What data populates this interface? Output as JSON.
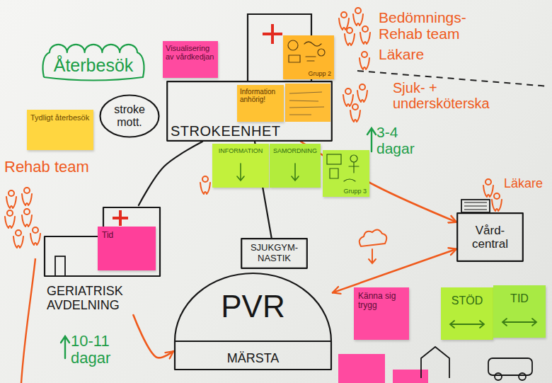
{
  "diagram": {
    "nodes": [
      {
        "text": [
          "Återbesök"
        ]
      },
      {
        "text": [
          "Visualisering av vårdkedjan"
        ]
      },
      {
        "text": [
          "Grupp 2"
        ]
      },
      {
        "text": [
          "STROKEENHET"
        ]
      },
      {
        "text": [
          "Information anhörig!"
        ],
        "in": 3
      },
      {
        "text": [
          "stroke mott."
        ]
      },
      {
        "text": [
          "Tydligt återbesök"
        ]
      },
      {
        "text": [
          "INFORMATION"
        ]
      },
      {
        "text": [
          "SAMORDNING"
        ]
      },
      {
        "text": [
          "Grupp 3"
        ]
      },
      {
        "text": [
          "GERIATRISK AVDELNING"
        ]
      },
      {
        "text": [
          "Tid"
        ],
        "in": 10
      },
      {
        "text": [
          "SJUKGYM- NASTIK"
        ]
      },
      {
        "text": [
          "PVR",
          "MÄRSTA"
        ]
      },
      {
        "text": [
          "Vård- central"
        ]
      },
      {
        "text": [
          "Känna sig trygg"
        ]
      },
      {
        "text": [
          "STÖD"
        ]
      },
      {
        "text": [
          "TID"
        ]
      }
    ],
    "edges": [
      {
        "from": 3,
        "to": 10,
        "arrow": "none"
      },
      {
        "from": 3,
        "to": 14,
        "arrow": "to"
      },
      {
        "from": 3,
        "to": 12,
        "arrow": "none"
      },
      {
        "from": 10,
        "to": 13,
        "arrow": "to"
      },
      {
        "from": 13,
        "to": 14,
        "arrow": "both"
      }
    ],
    "labels": [
      "Bedömnings- Rehab team",
      "Läkare",
      "Sjuk- + undersköterska",
      "3-4 dagar",
      "Rehab team",
      "10-11 dagar",
      "Läkare"
    ]
  }
}
